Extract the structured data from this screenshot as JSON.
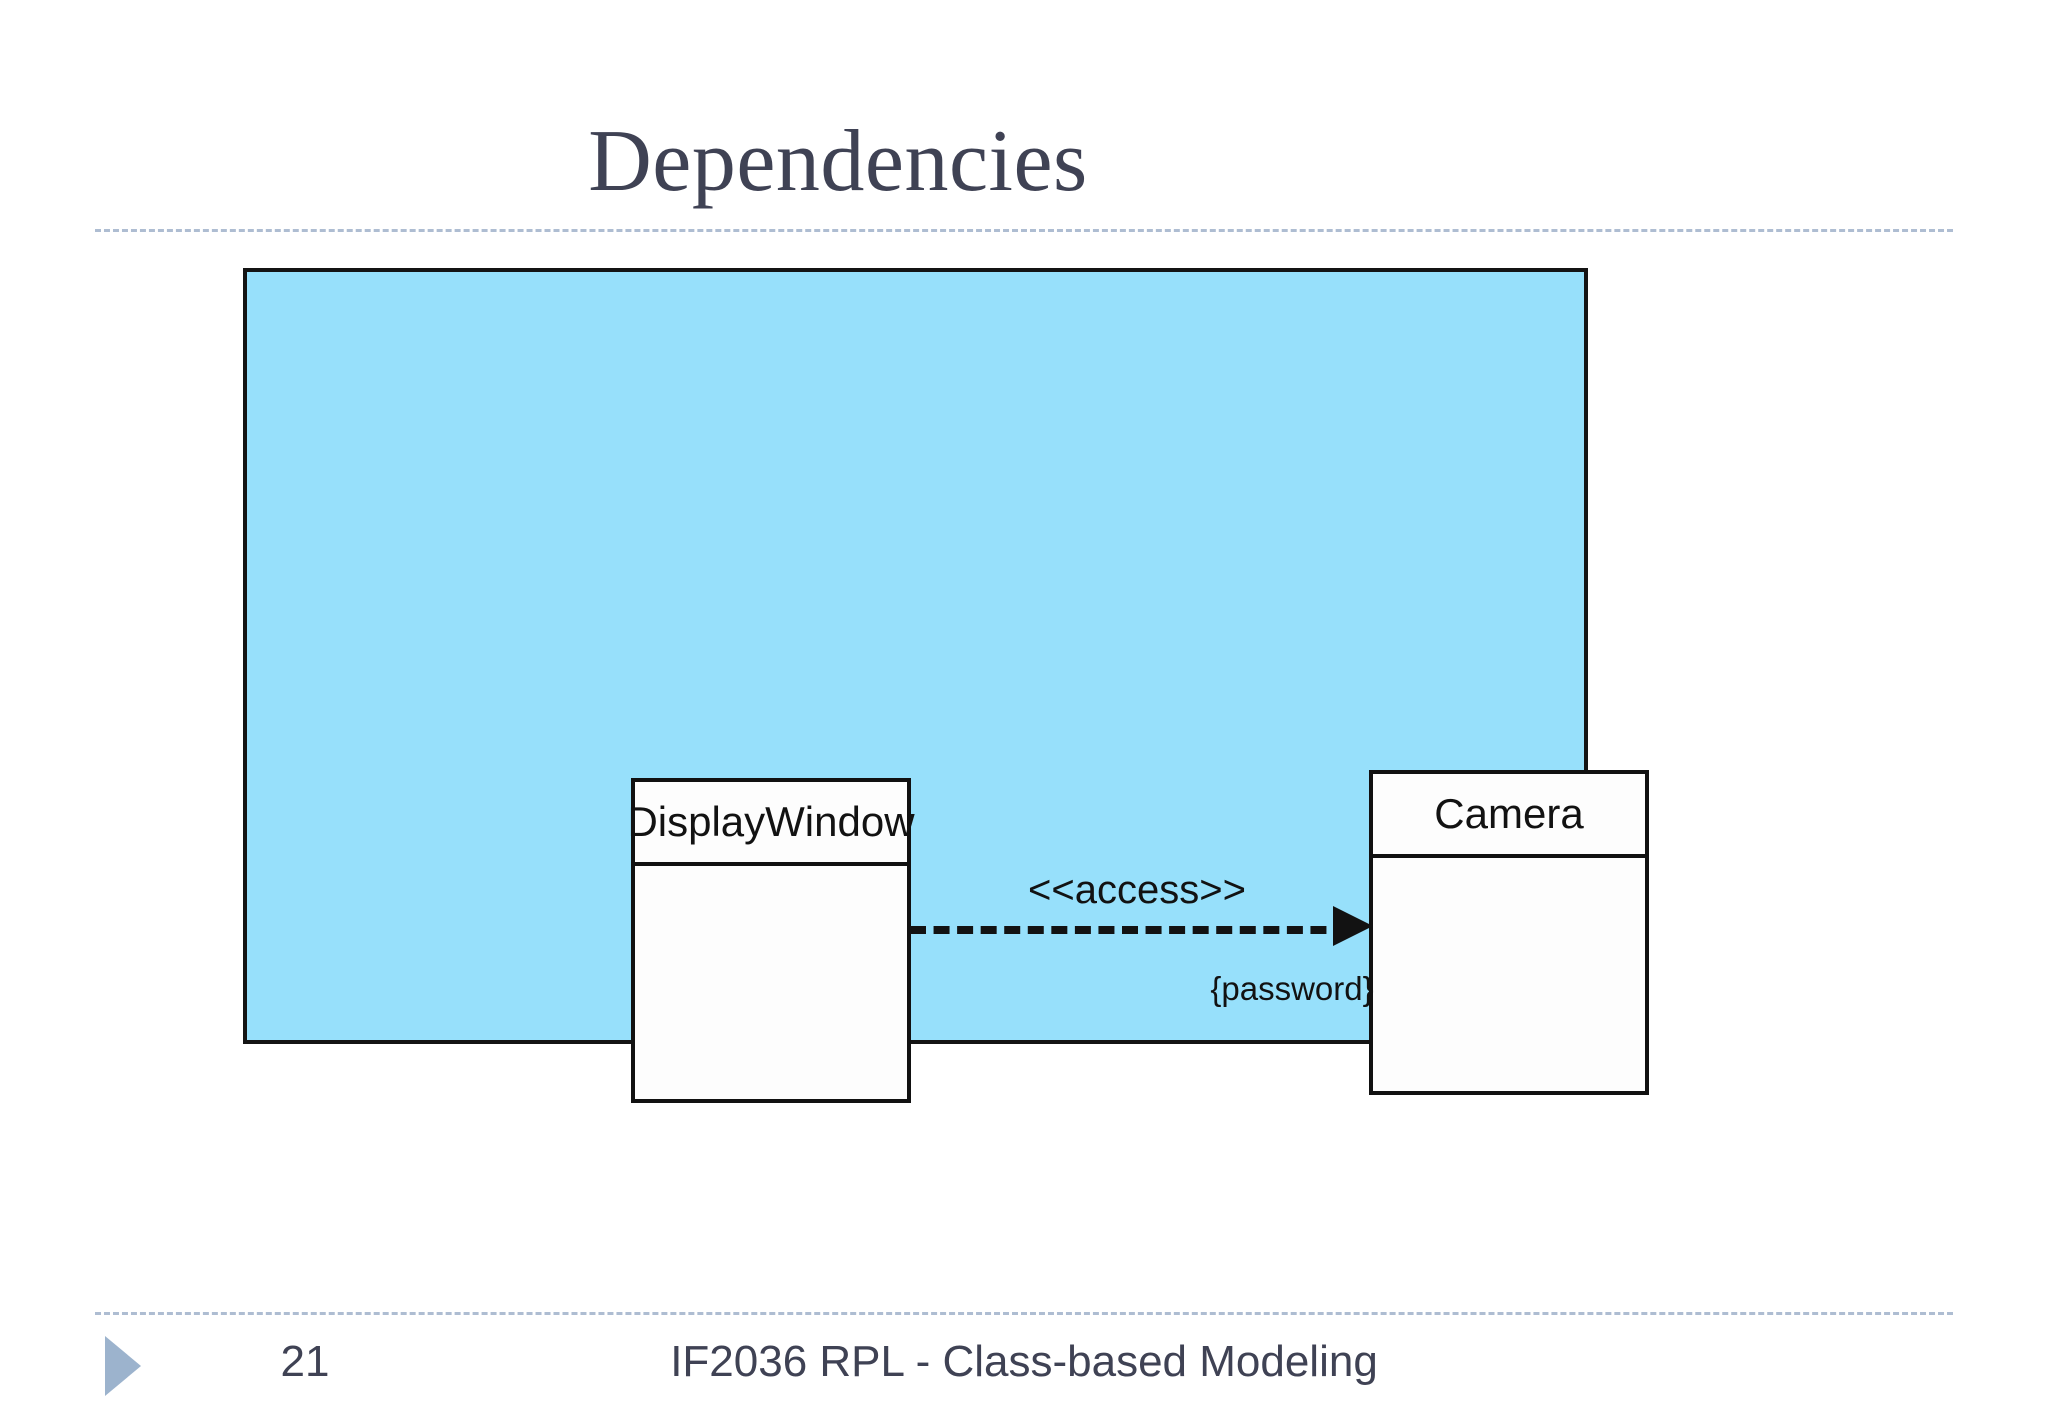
{
  "slide": {
    "title": "Dependencies",
    "page_number": "21",
    "footer_text": "IF2036 RPL - Class-based Modeling",
    "accent_color": "#9cb3cd",
    "title_color": "#3f4254",
    "rule_color": "#aebdd2"
  },
  "diagram": {
    "type": "uml-class-diagram",
    "panel_background": "#97e0fb",
    "panel_border_color": "#141414",
    "classes": [
      {
        "name": "DisplayWindow",
        "attributes": [],
        "operations": []
      },
      {
        "name": "Camera",
        "attributes": [],
        "operations": []
      }
    ],
    "relationships": [
      {
        "kind": "dependency",
        "source": "DisplayWindow",
        "target": "Camera",
        "stereotype": "<<access>>",
        "constraint": "{password}",
        "line_style": "dashed",
        "arrowhead": "open-filled-triangle"
      }
    ]
  }
}
